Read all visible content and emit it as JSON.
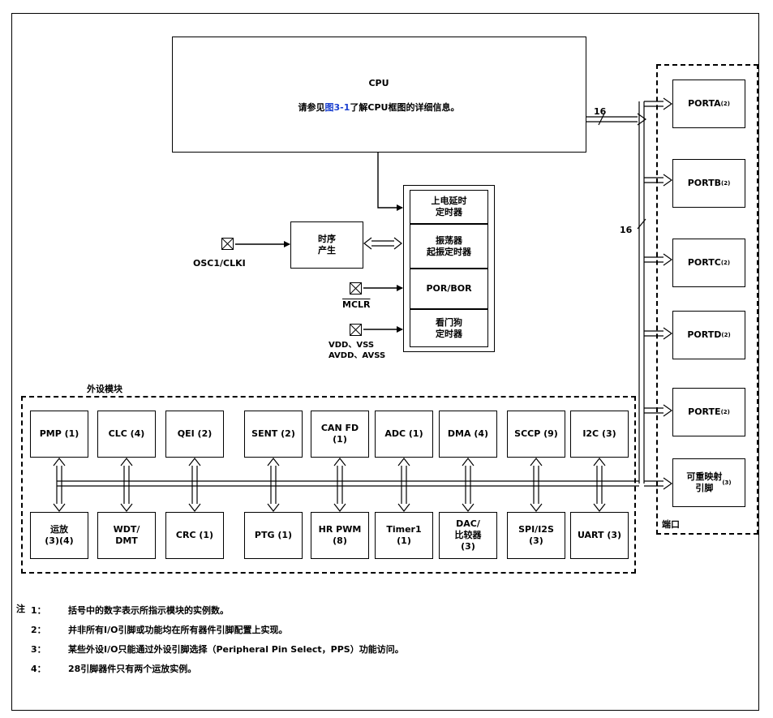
{
  "cpu": {
    "title": "CPU",
    "desc_pre": "请参见",
    "desc_link": "图3-1",
    "desc_post": "了解CPU框图的详细信息。"
  },
  "bus_width_top": "16",
  "bus_width_mid": "16",
  "reset_block": {
    "items": [
      "上电延时\n定时器",
      "振荡器\n起振定时器",
      "POR/BOR",
      "看门狗\n定时器"
    ]
  },
  "clock_gen": "时序\n产生",
  "pins": {
    "osc": "OSC1/CLKI",
    "mclr": "MCLR",
    "power": "VDD、VSS\nAVDD、AVSS"
  },
  "ports": {
    "group_label": "端口",
    "items": [
      {
        "name": "PORTA",
        "sup": "(2)"
      },
      {
        "name": "PORTB",
        "sup": "(2)"
      },
      {
        "name": "PORTC",
        "sup": "(2)"
      },
      {
        "name": "PORTD",
        "sup": "(2)"
      },
      {
        "name": "PORTE",
        "sup": "(2)"
      },
      {
        "name": "可重映射\n引脚",
        "sup": "(3)"
      }
    ]
  },
  "peripherals": {
    "group_label": "外设模块",
    "top": [
      {
        "name": "PMP (1)"
      },
      {
        "name": "CLC (4)"
      },
      {
        "name": "QEI (2)"
      },
      {
        "name": "SENT (2)"
      },
      {
        "name": "CAN FD\n(1)"
      },
      {
        "name": "ADC (1)"
      },
      {
        "name": "DMA (4)"
      },
      {
        "name": "SCCP (9)"
      },
      {
        "name": "I2C (3)"
      }
    ],
    "bottom": [
      {
        "name": "运放\n(3)(4)"
      },
      {
        "name": "WDT/\nDMT"
      },
      {
        "name": "CRC (1)"
      },
      {
        "name": "PTG (1)"
      },
      {
        "name": "HR PWM\n(8)"
      },
      {
        "name": "Timer1\n(1)"
      },
      {
        "name": "DAC/\n比较器\n(3)"
      },
      {
        "name": "SPI/I2S\n(3)"
      },
      {
        "name": "UART (3)"
      }
    ]
  },
  "notes": {
    "lead": "注",
    "items": [
      {
        "num": "1：",
        "text": "括号中的数字表示所指示模块的实例数。"
      },
      {
        "num": "2：",
        "text": "并非所有I/O引脚或功能均在所有器件引脚配置上实现。"
      },
      {
        "num": "3：",
        "text": "某些外设I/O只能通过外设引脚选择（Peripheral Pin Select，PPS）功能访问。"
      },
      {
        "num": "4：",
        "text": "28引脚器件只有两个运放实例。"
      }
    ]
  }
}
